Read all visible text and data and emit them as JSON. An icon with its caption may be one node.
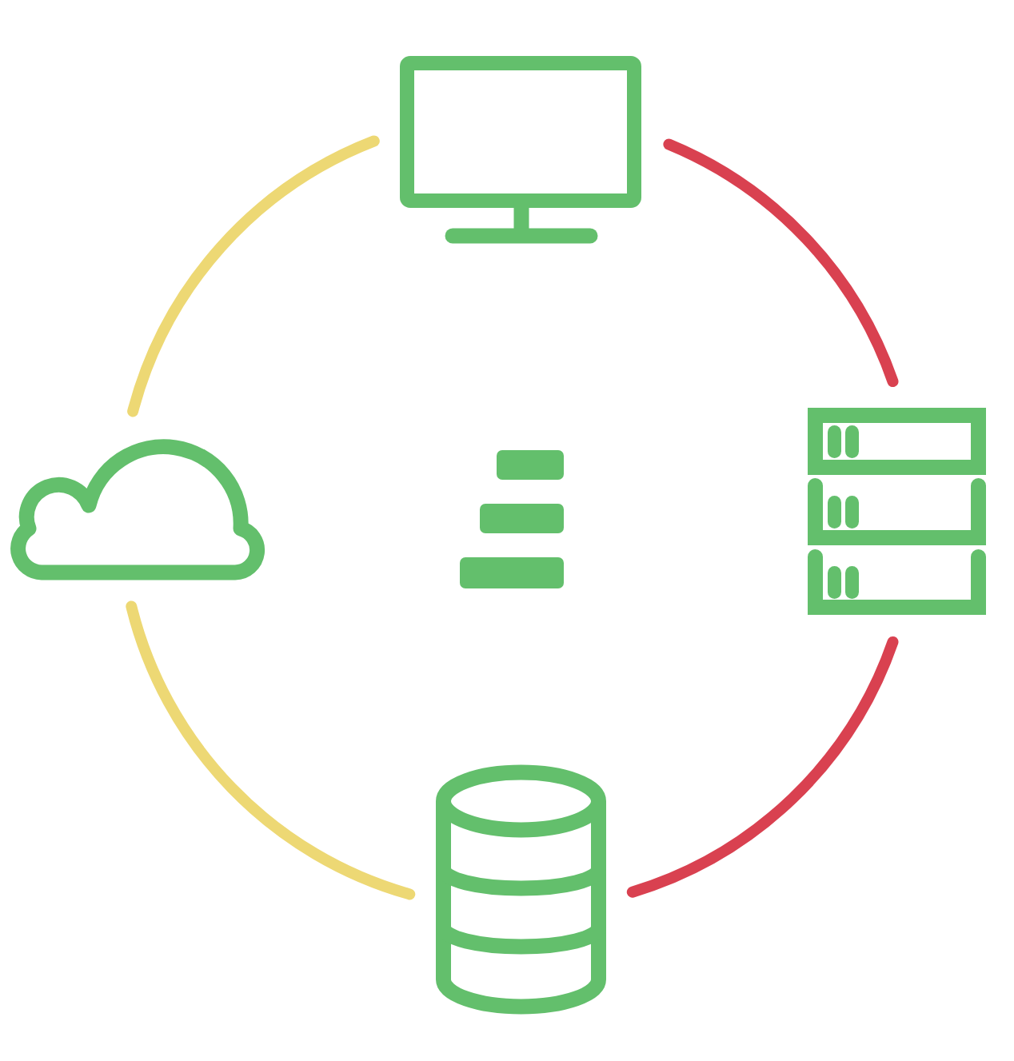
{
  "diagram": {
    "nodes": [
      {
        "text": [],
        "shape": "monitor"
      },
      {
        "text": [],
        "shape": "cloud"
      },
      {
        "text": [],
        "shape": "bars"
      },
      {
        "text": [],
        "shape": "server"
      },
      {
        "text": [],
        "shape": "cylinder"
      }
    ],
    "edges": [
      {
        "from": 0,
        "to": 3,
        "arrow": "none",
        "color": "#d94150"
      },
      {
        "from": 3,
        "to": 4,
        "arrow": "none",
        "color": "#d94150"
      },
      {
        "from": 4,
        "to": 1,
        "arrow": "none",
        "color": "#edd874"
      },
      {
        "from": 1,
        "to": 0,
        "arrow": "none",
        "color": "#edd874"
      }
    ]
  }
}
